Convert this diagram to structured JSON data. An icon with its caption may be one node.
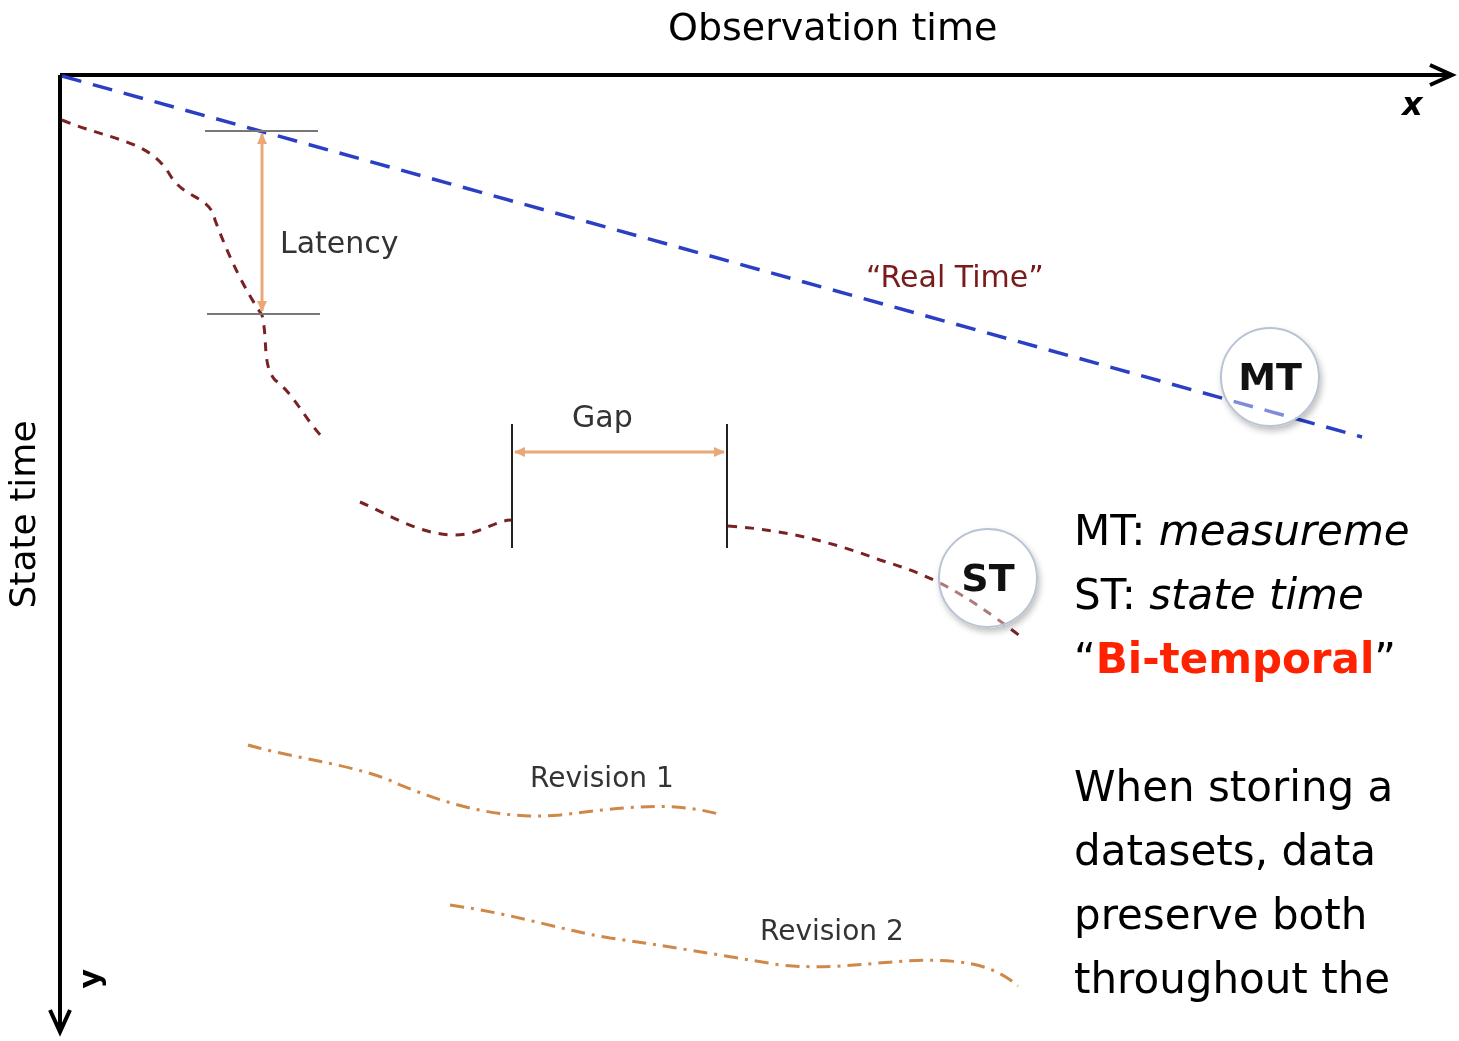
{
  "diagram": {
    "nodes": [
      {
        "text": [
          "MT"
        ]
      },
      {
        "text": [
          "ST"
        ]
      }
    ],
    "edges": [],
    "labels": [
      "Observation time",
      "x",
      "State time",
      "y",
      "Latency",
      "“Real Time”",
      "Gap",
      "Revision 1",
      "Revision 2",
      "MT: *measureme*",
      "ST: *state time*",
      "“**Bi-temporal**”",
      "When storing a",
      "datasets, data",
      "preserve both",
      "throughout the"
    ]
  }
}
